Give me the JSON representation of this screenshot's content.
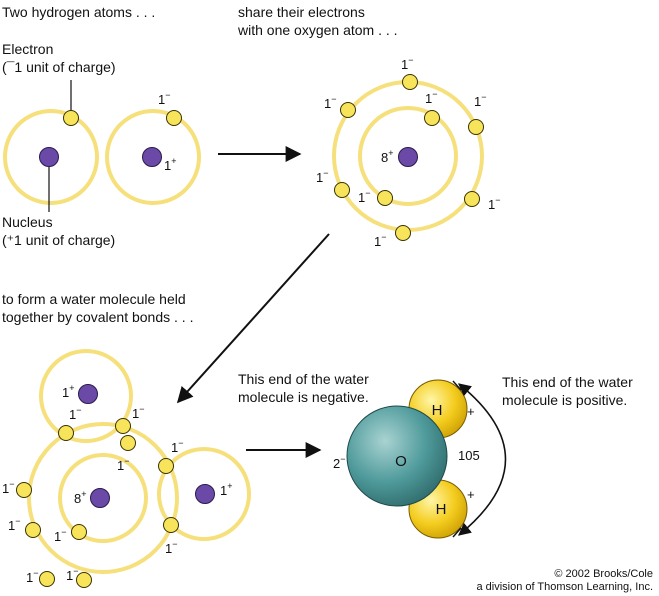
{
  "captions": {
    "hydrogen_line1": "Two hydrogen atoms . . .",
    "oxygen_line1": "share their electrons",
    "oxygen_line2": "with one oxygen atom . . .",
    "molecule_line1": "to form a water molecule held",
    "molecule_line2": "together by covalent bonds . . .",
    "negative_line1": "This end of the water",
    "negative_line2": "molecule is negative.",
    "positive_line1": "This end of the water",
    "positive_line2": "molecule is positive."
  },
  "labels": {
    "electron_title": "Electron",
    "electron_charge": "(¯1 unit of charge)",
    "nucleus_title": "Nucleus",
    "nucleus_charge": "(⁺1 unit of charge)"
  },
  "charges": {
    "electron": "1",
    "electron_sign": "−",
    "hydrogen_nucleus": "1",
    "hydrogen_sign": "+",
    "oxygen_nucleus": "8",
    "oxygen_sign": "+"
  },
  "polar": {
    "oxygen_symbol": "O",
    "hydrogen_symbol": "H",
    "oxygen_charge": "2",
    "oxygen_charge_sign": "−",
    "hydrogen_partial": "+",
    "bond_angle": "105"
  },
  "credit": {
    "line1": "© 2002 Brooks/Cole",
    "line2": "a division of Thomson Learning, Inc."
  },
  "colors": {
    "orbit": "#f6e07c",
    "electron_fill": "#f7e45a",
    "electron_stroke": "#3a3200",
    "nucleus": "#6a4aa6",
    "oxygen_sphere": "#4f9a9b",
    "hydrogen_sphere": "#f4cc1e"
  }
}
